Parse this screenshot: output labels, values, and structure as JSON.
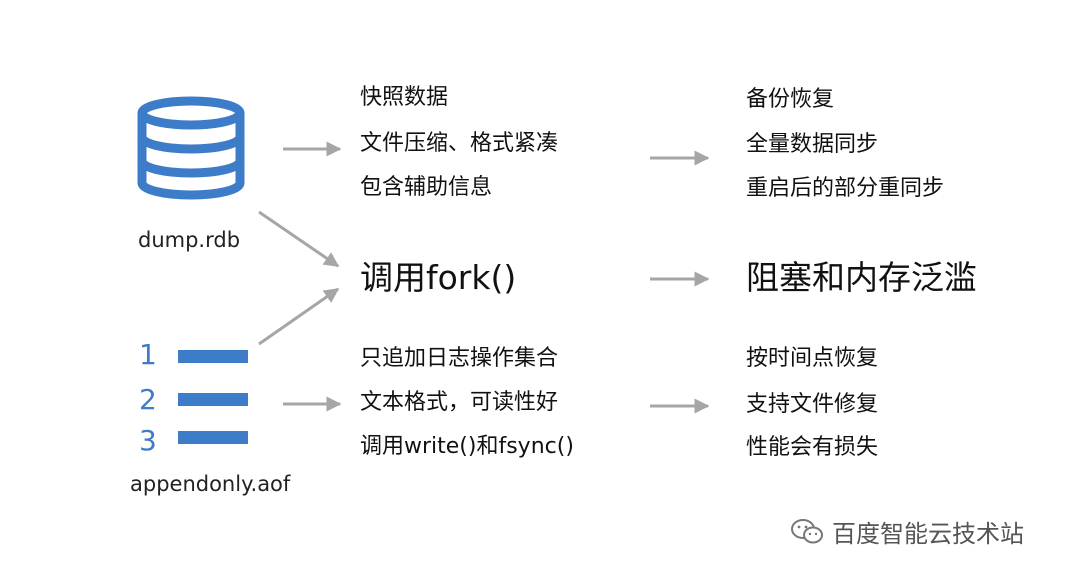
{
  "rdb": {
    "caption": "dump.rdb",
    "features": [
      "快照数据",
      "文件压缩、格式紧凑",
      "包含辅助信息"
    ],
    "uses": [
      "备份恢复",
      "全量数据同步",
      "重启后的部分重同步"
    ]
  },
  "center": {
    "label": "调用fork()",
    "effect": "阻塞和内存泛滥"
  },
  "aof": {
    "caption": "appendonly.aof",
    "line_numbers": [
      "1",
      "2",
      "3"
    ],
    "features": [
      "只追加日志操作集合",
      "文本格式，可读性好",
      "调用write()和fsync()"
    ],
    "uses": [
      "按时间点恢复",
      "支持文件修复",
      "性能会有损失"
    ]
  },
  "watermark": "百度智能云技术站",
  "colors": {
    "icon_blue": "#3d7cc9",
    "arrow_gray": "#a6a6a6"
  }
}
